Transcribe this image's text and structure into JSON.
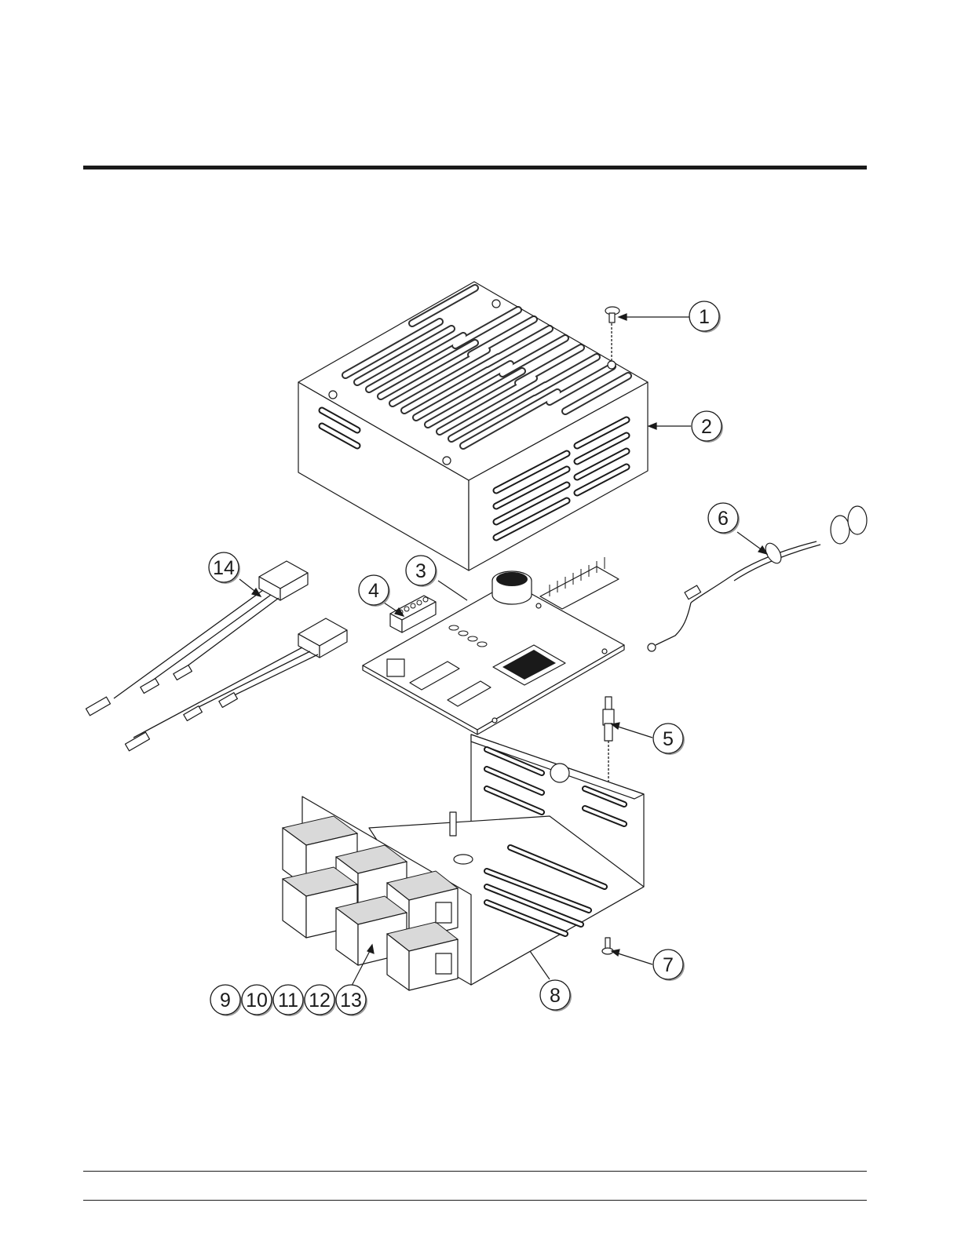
{
  "callouts": [
    "1",
    "2",
    "3",
    "4",
    "5",
    "6",
    "7",
    "8",
    "9",
    "10",
    "11",
    "12",
    "13",
    "14"
  ],
  "colors": {
    "ink": "#1a1a1a",
    "paper": "#ffffff",
    "shadow": "#9a9a9a"
  }
}
